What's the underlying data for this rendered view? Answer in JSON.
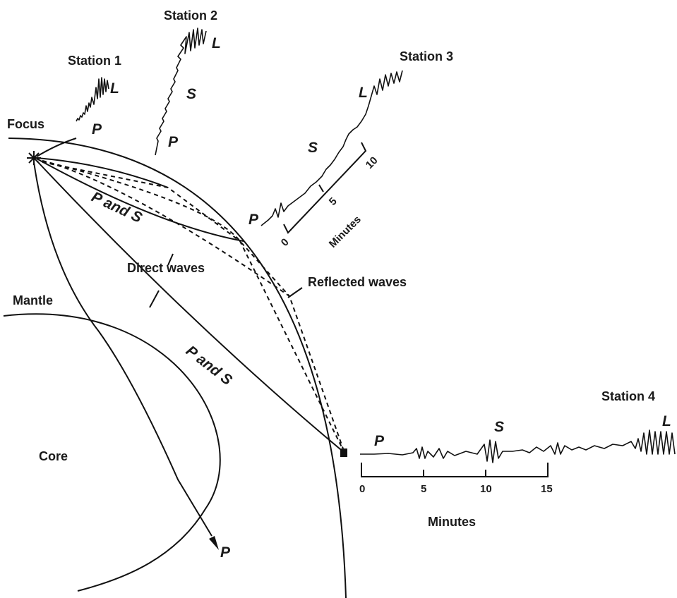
{
  "labels": {
    "focus": "Focus",
    "mantle": "Mantle",
    "core": "Core",
    "direct_waves": "Direct waves",
    "reflected_waves": "Reflected waves",
    "p_and_s_upper": "P and S",
    "p_and_s_lower": "P and S",
    "core_p": "P"
  },
  "stations": {
    "s1": {
      "name": "Station 1",
      "p": "P",
      "l": "L"
    },
    "s2": {
      "name": "Station 2",
      "p": "P",
      "s": "S",
      "l": "L"
    },
    "s3": {
      "name": "Station 3",
      "p": "P",
      "s": "S",
      "l": "L",
      "ticks": [
        "0",
        "5",
        "10"
      ],
      "axis_label": "Minutes"
    },
    "s4": {
      "name": "Station 4",
      "p": "P",
      "s": "S",
      "l": "L",
      "ticks": [
        "0",
        "5",
        "10",
        "15"
      ],
      "axis_label": "Minutes"
    }
  },
  "colors": {
    "ink": "#111111",
    "background": "#ffffff"
  }
}
